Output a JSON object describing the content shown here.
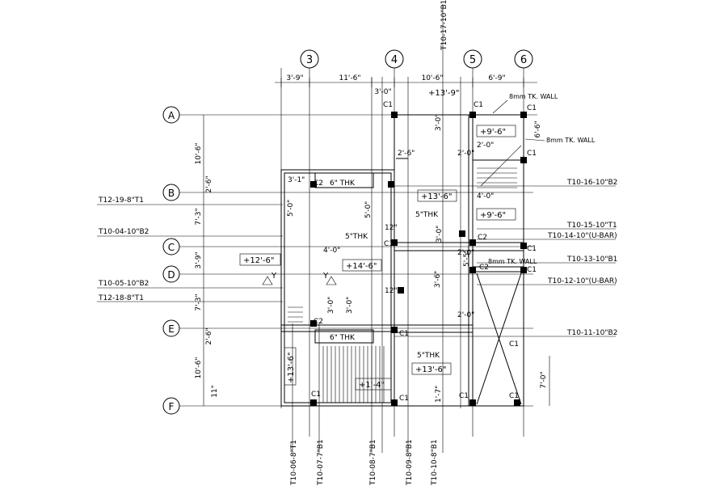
{
  "grid": {
    "columns": [
      "3",
      "4",
      "5",
      "6"
    ],
    "rows": [
      "A",
      "B",
      "C",
      "D",
      "E",
      "F"
    ]
  },
  "top_dimensions": [
    "3'-9\"",
    "11'-6\"",
    "3'-0\"",
    "10'-6\"",
    "6'-9\""
  ],
  "left_dimensions": [
    "10'-6\"",
    "2'-6\"",
    "7'-3\"",
    "3'-9\"",
    "7'-3\"",
    "2'-6\"",
    "10'-6\"",
    "11\""
  ],
  "right_dimensions": [
    "6'-6\"",
    "7'-0\""
  ],
  "beams_left": [
    "T12-19-8\"T1",
    "T10-04-10\"B2",
    "T10-05-10\"B2",
    "T12-18-8\"T1"
  ],
  "beams_right": [
    "T10-16-10\"B2",
    "T10-15-10\"T1",
    "T10-14-10\"(U-BAR)",
    "T10-13-10\"B1",
    "T10-12-10\"(U-BAR)",
    "T10-11-10\"B2"
  ],
  "beams_bottom": [
    "T10-06-8\"T1",
    "T10-07-7\"B1",
    "T10-08-7\"B1",
    "T10-09-8\"B1",
    "T10-10-8\"B1"
  ],
  "beam_top": "T10-17-10\"B1",
  "levels": [
    "+13'-9\"",
    "+9'-6\"",
    "+13'-6\"",
    "+9'-6\"",
    "+12'-6\"",
    "+14'-6\"",
    "+13'-6\"",
    "+13'-6\"",
    "+1'-4\""
  ],
  "slab_notes": [
    "6\" THK",
    "5\"THK",
    "5\"THK",
    "6\" THK",
    "5\"THK"
  ],
  "wall_notes": [
    "8mm TK. WALL",
    "8mm TK. WALL",
    "8mm TK. WALL"
  ],
  "columns_tags": {
    "c1": "C1",
    "c2": "C2"
  },
  "misc_labels": [
    "12\"",
    "12\"",
    "3'-1\"",
    "5'-0\"",
    "4'-0\"",
    "2'-6\"",
    "2'-0\"",
    "4'-0\"",
    "2'-0\"",
    "2'-0\"",
    "2'-0\"",
    "5'-0\"",
    "3'-0\"",
    "3'-0\"",
    "3'-6\"",
    "3'-0\"",
    "5'-5\"",
    "3'-0\"",
    "1'-7\""
  ],
  "section_marks": [
    "Y",
    "Y"
  ]
}
